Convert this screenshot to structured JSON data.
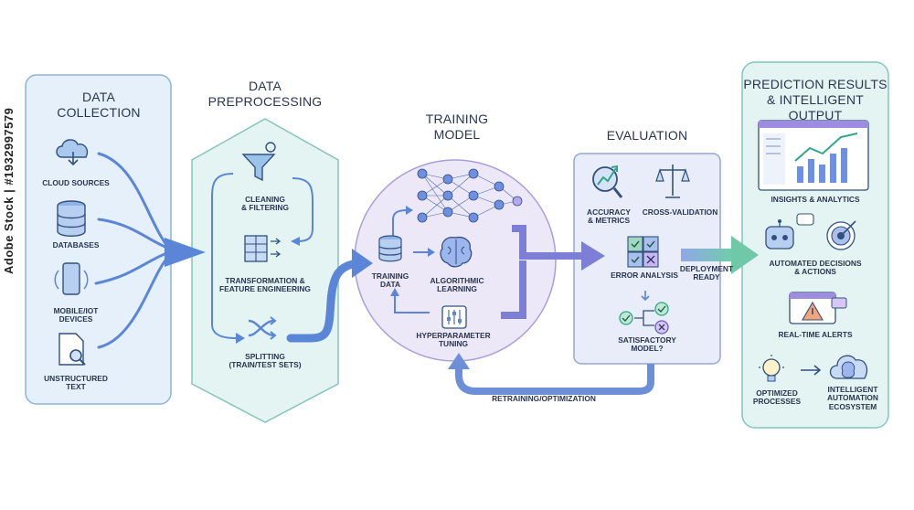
{
  "stages": {
    "collection": {
      "title_line1": "DATA",
      "title_line2": "COLLECTION",
      "items": [
        "CLOUD SOURCES",
        "DATABASES",
        "MOBILE/IOT",
        "DEVICES",
        "UNSTRUCTURED",
        "TEXT"
      ]
    },
    "preprocessing": {
      "title_line1": "DATA",
      "title_line2": "PREPROCESSING",
      "items": [
        "CLEANING",
        "& FILTERING",
        "TRANSFORMATION &",
        "FEATURE ENGINEERING",
        "SPLITTING",
        "(TRAIN/TEST SETS)"
      ]
    },
    "training": {
      "title_line1": "TRAINING",
      "title_line2": "MODEL",
      "items": [
        "TRAINING",
        "DATA",
        "ALGORITHMIC",
        "LEARNING",
        "HYPERPARAMETER",
        "TUNING"
      ]
    },
    "evaluation": {
      "title": "EVALUATION",
      "items": [
        "ACCURACY",
        "& METRICS",
        "CROSS-VALIDATION",
        "ERROR ANALYSIS",
        "SATISFACTORY",
        "MODEL?"
      ]
    },
    "output": {
      "title_line1": "PREDICTION RESULTS",
      "title_line2": "& INTELLIGENT OUTPUT",
      "items": [
        "INSIGHTS & ANALYTICS",
        "AUTOMATED DECISIONS",
        "& ACTIONS",
        "REAL-TIME ALERTS",
        "OPTIMIZED",
        "PROCESSES",
        "INTELLIGENT",
        "AUTOMATION",
        "ECOSYSTEM"
      ]
    }
  },
  "connectors": {
    "deployment_line1": "DEPLOYMENT",
    "deployment_line2": "READY",
    "loop_label": "RETRAINING/OPTIMIZATION"
  },
  "watermark": "Adobe Stock | #1932997579",
  "colors": {
    "blue_panel": "#e6f0fb",
    "teal_panel": "#e4f4f2",
    "purple_panel": "#ece8f8",
    "arrow_blue": "#5b86d8",
    "arrow_purple": "#7d7fd6",
    "arrow_green": "#6fc8a8",
    "ink": "#2a3550"
  },
  "icons": [
    "cloud-icon",
    "database-icon",
    "phone-icon",
    "document-search-icon",
    "funnel-gear-icon",
    "table-transform-icon",
    "shuffle-icon",
    "neural-network-icon",
    "brain-icon",
    "sliders-icon",
    "magnifier-chart-icon",
    "scales-icon",
    "check-grid-icon",
    "flow-check-icon",
    "dashboard-icon",
    "robot-icon",
    "target-icon",
    "alert-icon",
    "lightbulb-icon",
    "brain-cloud-icon"
  ]
}
